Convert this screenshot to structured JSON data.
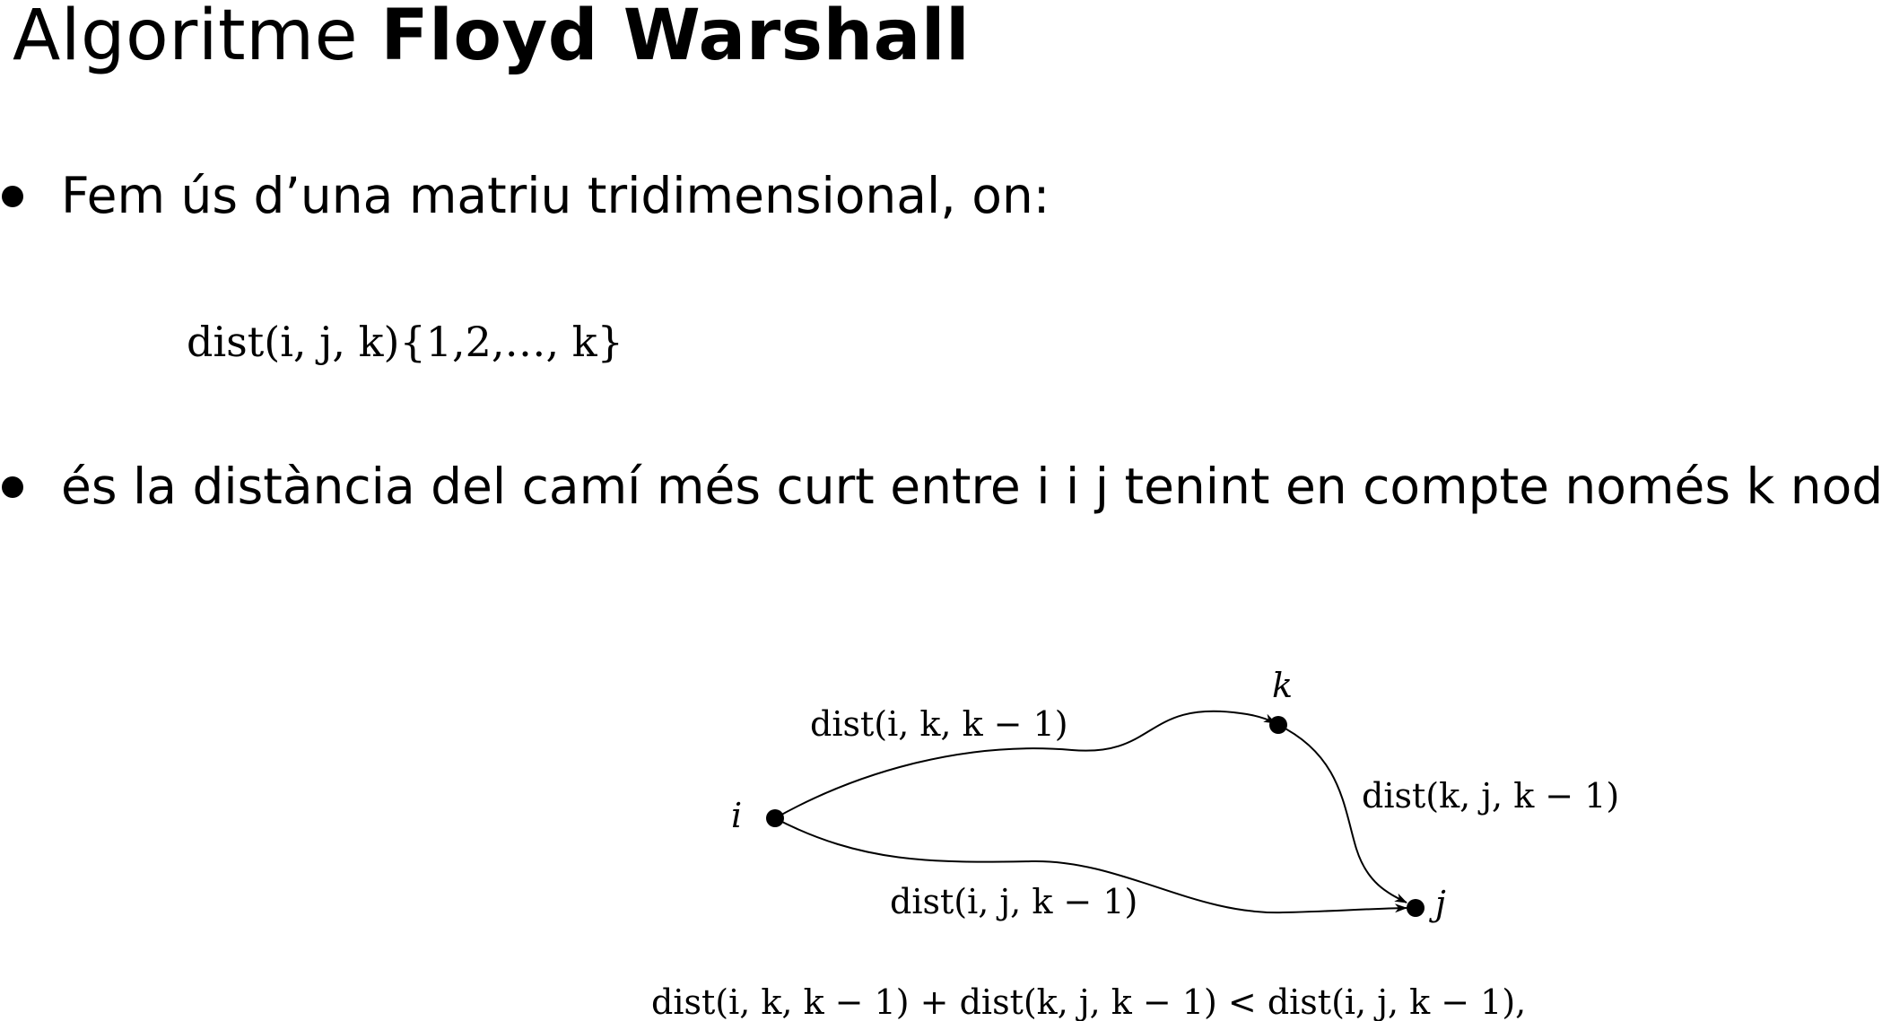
{
  "slide": {
    "title_light": "Algoritme",
    "title_bold": "Floyd Warshall",
    "bullets": [
      "Fem ús d’una matriu tridimensional, on:",
      "és la distància del camí més curt entre i i j tenint en compte només k nodes."
    ],
    "formula": "dist(i, j, k){1,2,…, k}"
  },
  "diagram": {
    "nodes": {
      "i": "i",
      "k": "k",
      "j": "j"
    },
    "edges": {
      "ik": "dist(i, k, k − 1)",
      "kj": "dist(k, j, k − 1)",
      "ij": "dist(i, j, k − 1)"
    },
    "inequality": "dist(i, k, k − 1) + dist(k, j, k − 1)  <  dist(i, j, k − 1),"
  }
}
